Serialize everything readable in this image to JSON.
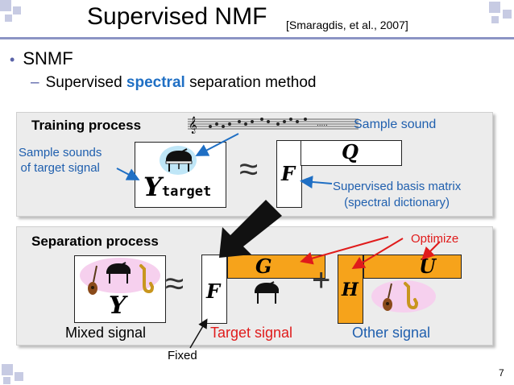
{
  "header": {
    "title": "Supervised NMF",
    "citation": "[Smaragdis, et al., 2007]"
  },
  "bullets": {
    "main": "SNMF",
    "sub_prefix": "Supervised ",
    "sub_highlight": "spectral",
    "sub_suffix": " separation method"
  },
  "training": {
    "title": "Training process",
    "sample_sound_label": "Sample sound",
    "sample_sounds_target": "Sample sounds\nof target signal",
    "y_symbol": "Y",
    "y_subscript": "target",
    "approx": "≈",
    "f_symbol": "F",
    "q_symbol": "Q",
    "basis_label": "Supervised basis matrix\n(spectral dictionary)"
  },
  "separation": {
    "title": "Separation process",
    "optimize_label": "Optimize",
    "y_symbol": "Y",
    "approx": "≈",
    "f_symbol": "F",
    "g_symbol": "G",
    "plus": "+",
    "h_symbol": "H",
    "u_symbol": "U",
    "mixed_label": "Mixed signal",
    "target_label": "Target signal",
    "other_label": "Other signal",
    "fixed_label": "Fixed"
  },
  "footer": {
    "page_number": "7"
  },
  "colors": {
    "accent_blue": "#1f6fc4",
    "label_blue": "#1f5fae",
    "red": "#e01b1b",
    "orange": "#f6a31b",
    "panel": "#ececec",
    "deco": "#c7cbe3"
  },
  "icons": {
    "piano": "grand-piano-icon",
    "guitar": "guitar-icon",
    "saxophone": "saxophone-icon",
    "score": "music-score-icon"
  }
}
